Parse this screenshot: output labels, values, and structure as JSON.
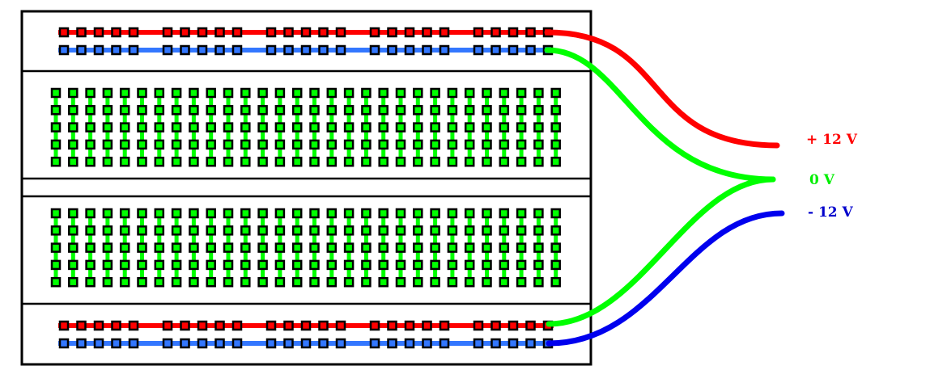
{
  "labels": {
    "plus": "+ 12 V",
    "zero": "0 V",
    "minus": "- 12 V"
  },
  "colors": {
    "positive": "#ff0000",
    "ground": "#00ff00",
    "negative": "#0000ee",
    "rail_blue": "#3377ff",
    "hole_outline": "#000000",
    "board_outline": "#000000",
    "background": "#ffffff"
  },
  "breadboard": {
    "rail_groups": 5,
    "holes_per_rail_group": 5,
    "terminal_columns": 30,
    "rows_per_terminal_block": 5
  }
}
